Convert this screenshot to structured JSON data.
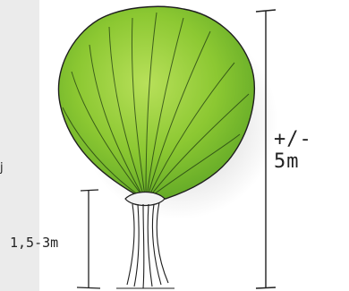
{
  "diagram": {
    "edge_letter": "j",
    "total_height_label": "+/- 5m",
    "trunk_height_label": "1,5-3m"
  },
  "colors": {
    "canopy_light": "#a7d64a",
    "canopy_mid": "#7cbf2a",
    "canopy_dark": "#4e9a1e",
    "line": "#1f1f1f",
    "panel": "#ebebeb"
  }
}
